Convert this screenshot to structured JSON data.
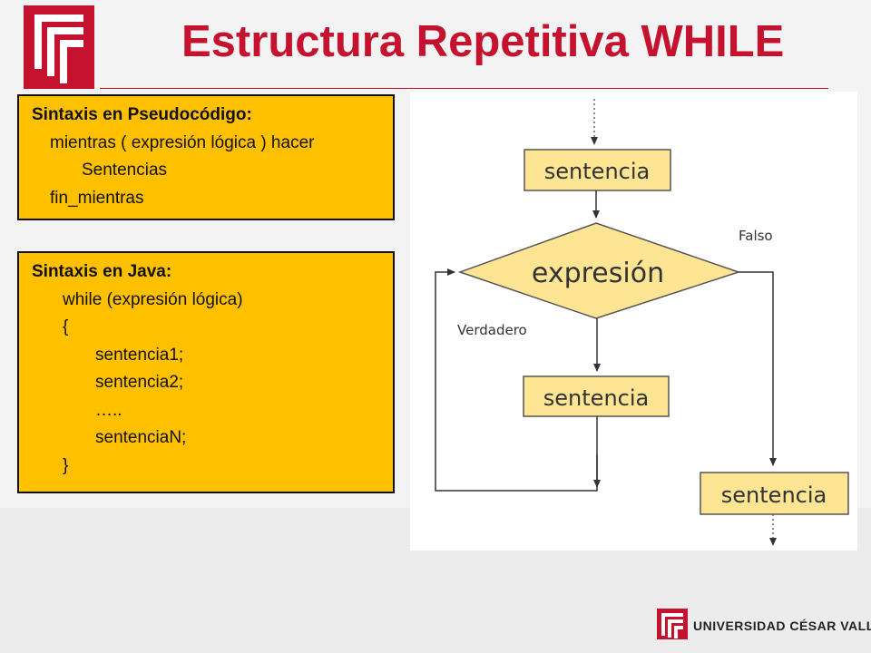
{
  "slide": {
    "title": "Estructura Repetitiva WHILE",
    "brand_color": "#c4122f",
    "logo_icon": "ucv-shield-icon"
  },
  "pseudocode": {
    "header": "Sintaxis en Pseudocódigo:",
    "lines": [
      "mientras ( expresión lógica ) hacer",
      "Sentencias",
      "fin_mientras"
    ],
    "box_color": "#ffc000"
  },
  "java": {
    "header": "Sintaxis en Java:",
    "lines": [
      "while (expresión lógica)",
      "{",
      "sentencia1;",
      "sentencia2;",
      "…..",
      "sentenciaN;",
      "}"
    ],
    "box_color": "#ffc000"
  },
  "flowchart": {
    "box_top": "sentencia",
    "decision": "expresión",
    "label_false": "Falso",
    "label_true": "Verdadero",
    "box_body": "sentencia",
    "box_exit": "sentencia",
    "box_fill": "#fde594",
    "decision_fill": "#fde594"
  },
  "footer": {
    "brand_text": "UNIVERSIDAD CÉSAR VALLEJO"
  }
}
